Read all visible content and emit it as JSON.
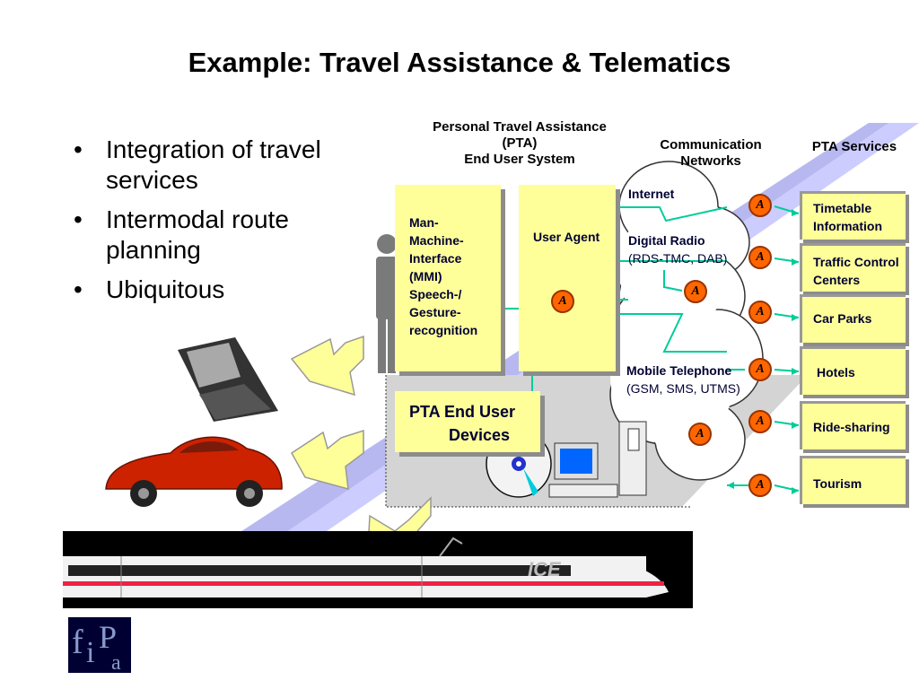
{
  "slide": {
    "title": "Example: Travel Assistance & Telematics",
    "bullets": [
      "Integration of travel services",
      "Intermodal route planning",
      "Ubiquitous"
    ]
  },
  "diagram": {
    "pta_header": [
      "Personal Travel Assistance",
      "(PTA)",
      "End User System"
    ],
    "comm_header": [
      "Communication",
      "Networks"
    ],
    "services_header": "PTA Services",
    "mmi_label": [
      "Man-",
      "Machine-",
      "Interface",
      "(MMI)",
      "Speech-/",
      "Gesture-",
      "recognition"
    ],
    "user_agent_label": "User Agent",
    "devices_label": [
      "PTA End User",
      "Devices"
    ],
    "networks": {
      "internet": "Internet",
      "digital_radio": "Digital Radio",
      "digital_radio_detail": "(RDS-TMC, DAB)",
      "mobile": "Mobile Telephone",
      "mobile_detail": "(GSM, SMS, UTMS)"
    },
    "services": [
      [
        "Timetable",
        "Information"
      ],
      [
        "Traffic Control",
        "Centers"
      ],
      [
        "Car Parks"
      ],
      [
        "Hotels"
      ],
      [
        "Ride-sharing"
      ],
      [
        "Tourism"
      ]
    ],
    "agent_symbol": "A",
    "train_text": "ICE",
    "colors": {
      "box_fill": "#ffff99",
      "arrow": "#00cc99",
      "agent_fill": "#ff6600",
      "band": "#ccccff",
      "car": "#cc2200"
    }
  },
  "logo": {
    "text": "fipa"
  }
}
